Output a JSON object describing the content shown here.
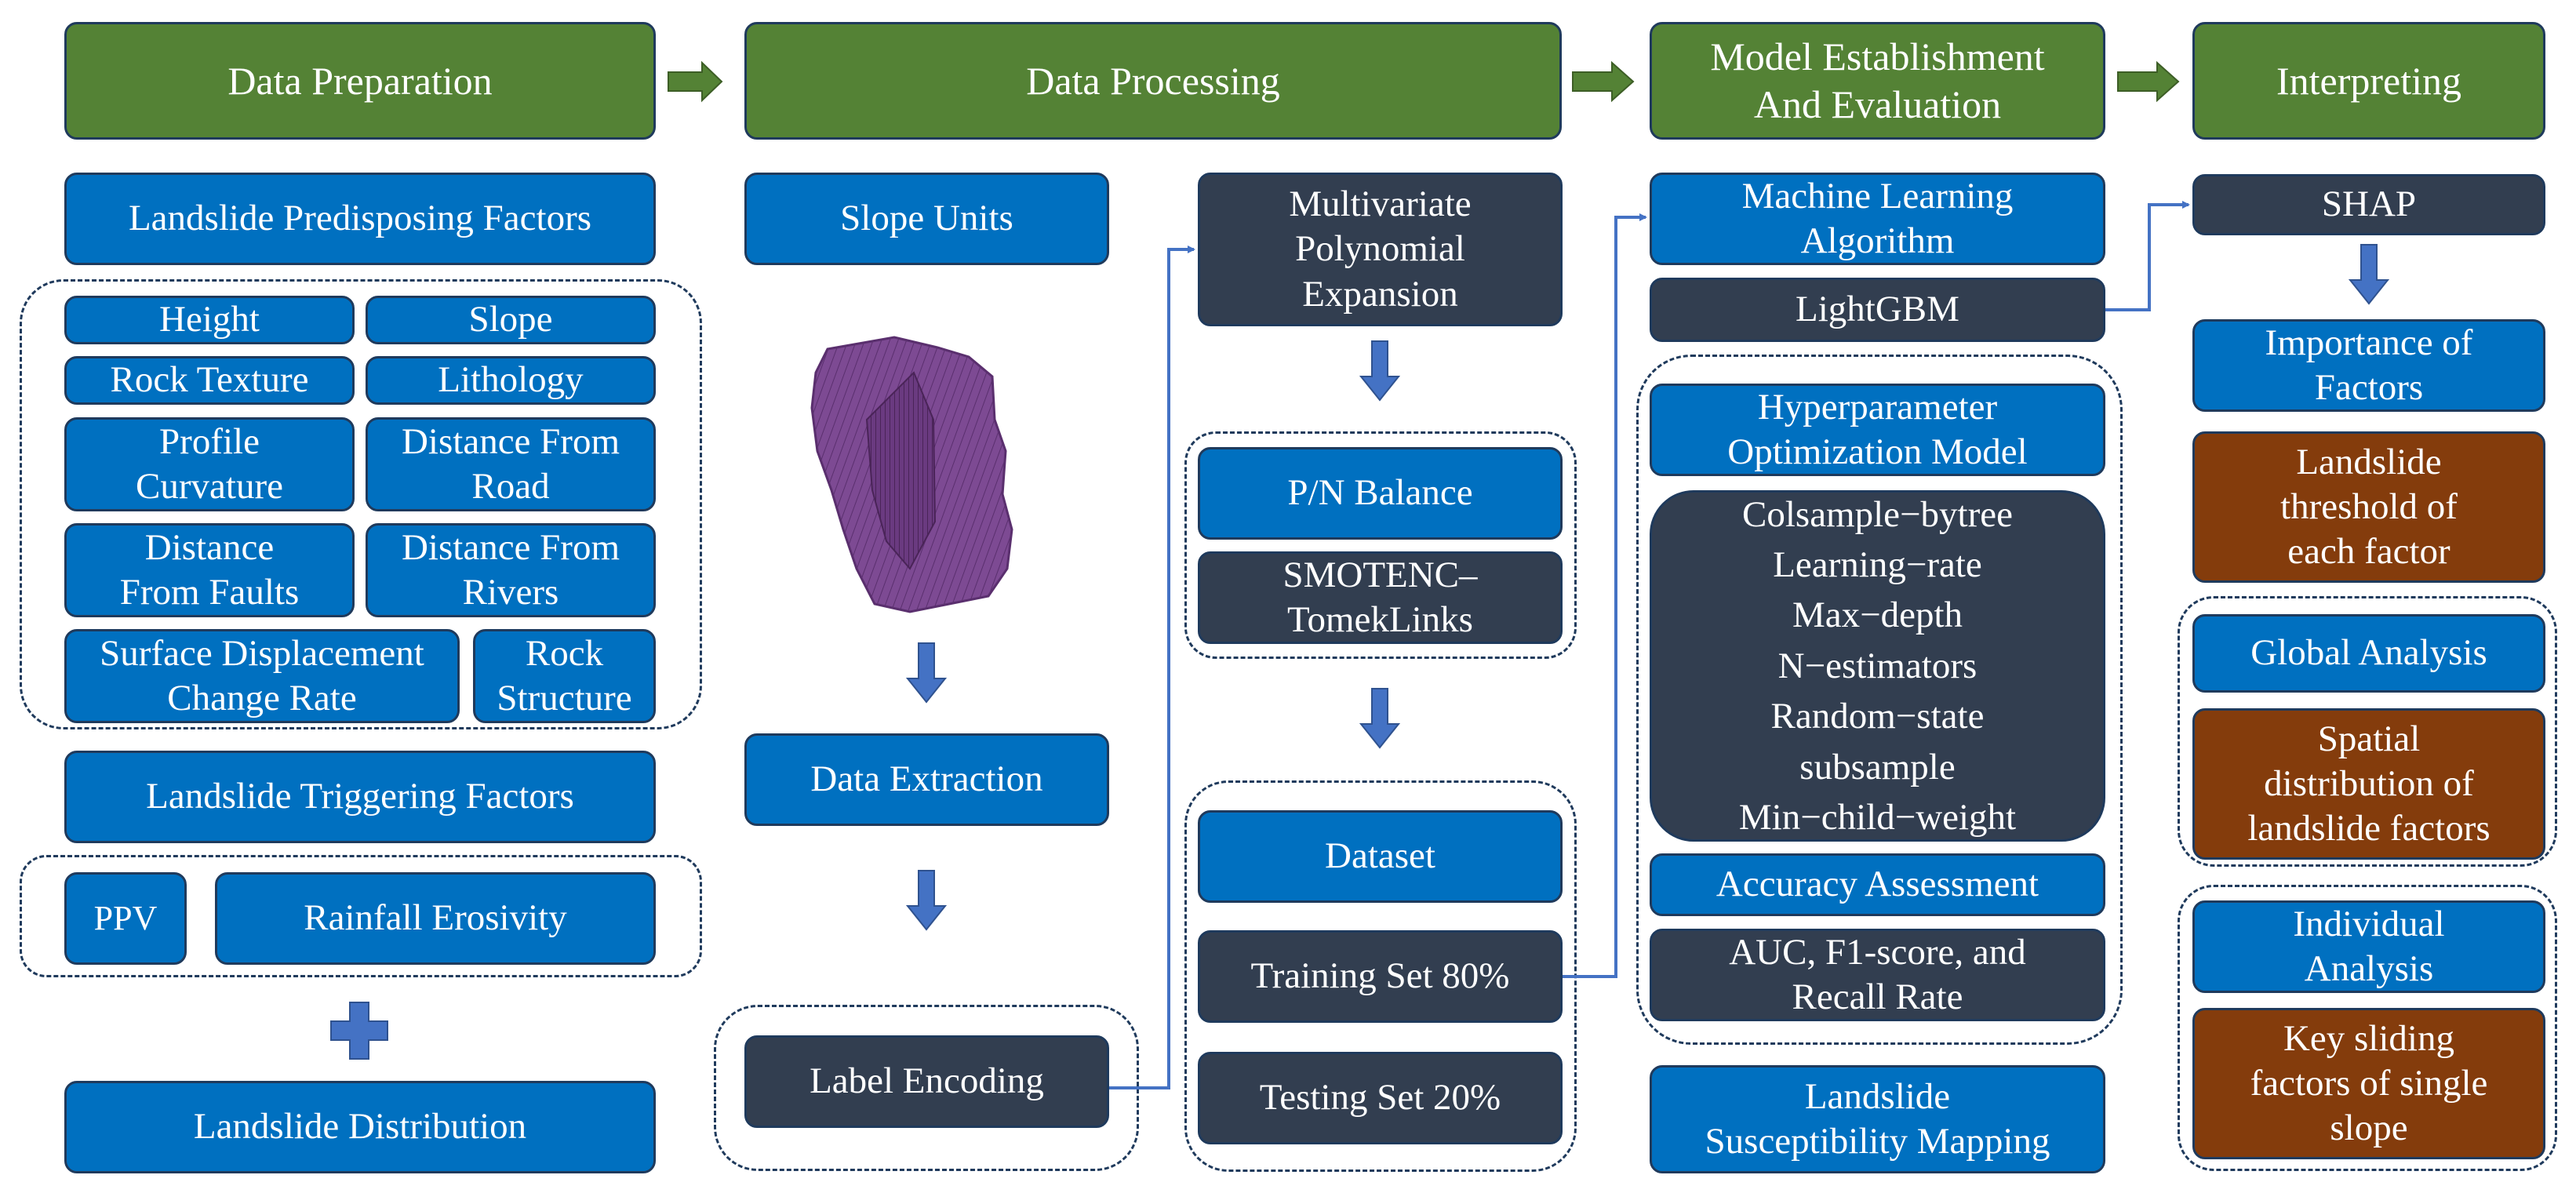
{
  "stages": {
    "data_preparation": "Data Preparation",
    "data_processing": "Data Processing",
    "model": "Model Establishment\nAnd Evaluation",
    "interpreting": "Interpreting"
  },
  "prep": {
    "predisposing": "Landslide Predisposing Factors",
    "factors": {
      "height": "Height",
      "slope": "Slope",
      "rock_texture": "Rock Texture",
      "lithology": "Lithology",
      "profile_curvature": "Profile\nCurvature",
      "distance_road": "Distance From\nRoad",
      "distance_faults": "Distance\nFrom Faults",
      "distance_rivers": "Distance From\nRivers",
      "surface_displacement": "Surface Displacement\nChange Rate",
      "rock_structure": "Rock\nStructure"
    },
    "triggering": "Landslide Triggering Factors",
    "ppv": "PPV",
    "rainfall": "Rainfall Erosivity",
    "distribution": "Landslide Distribution"
  },
  "processing": {
    "slope_units": "Slope Units",
    "data_extraction": "Data Extraction",
    "label_encoding": "Label Encoding",
    "polynomial": "Multivariate\nPolynomial\nExpansion",
    "pn_balance": "P/N Balance",
    "smotenc": "SMOTENC–\nTomekLinks",
    "dataset": "Dataset",
    "training": "Training Set 80%",
    "testing": "Testing Set 20%"
  },
  "model": {
    "ml_algorithm": "Machine Learning\nAlgorithm",
    "lightgbm": "LightGBM",
    "hyperparameter": "Hyperparameter\nOptimization Model",
    "params": "Colsample−bytree\nLearning−rate\nMax−depth\nN−estimators\nRandom−state\nsubsample\nMin−child−weight",
    "accuracy": "Accuracy Assessment",
    "metrics": "AUC, F1-score, and\nRecall Rate",
    "mapping": "Landslide\nSusceptibility Mapping"
  },
  "interpret": {
    "shap": "SHAP",
    "importance": "Importance of\nFactors",
    "threshold": "Landslide\nthreshold of\neach factor",
    "global": "Global Analysis",
    "spatial": "Spatial\ndistribution of\nlandslide factors",
    "individual": "Individual\nAnalysis",
    "key_sliding": "Key sliding\nfactors of single\nslope"
  },
  "colors": {
    "stage_green": "#548235",
    "box_blue": "#0070c0",
    "box_dark": "#323e50",
    "box_brown": "#843c0c",
    "arrow_blue": "#4472c4",
    "slope_purple": "#7d4a93"
  },
  "icons": [
    "arrow-right-icon",
    "arrow-down-icon",
    "plus-icon",
    "slope-units-map-icon"
  ]
}
